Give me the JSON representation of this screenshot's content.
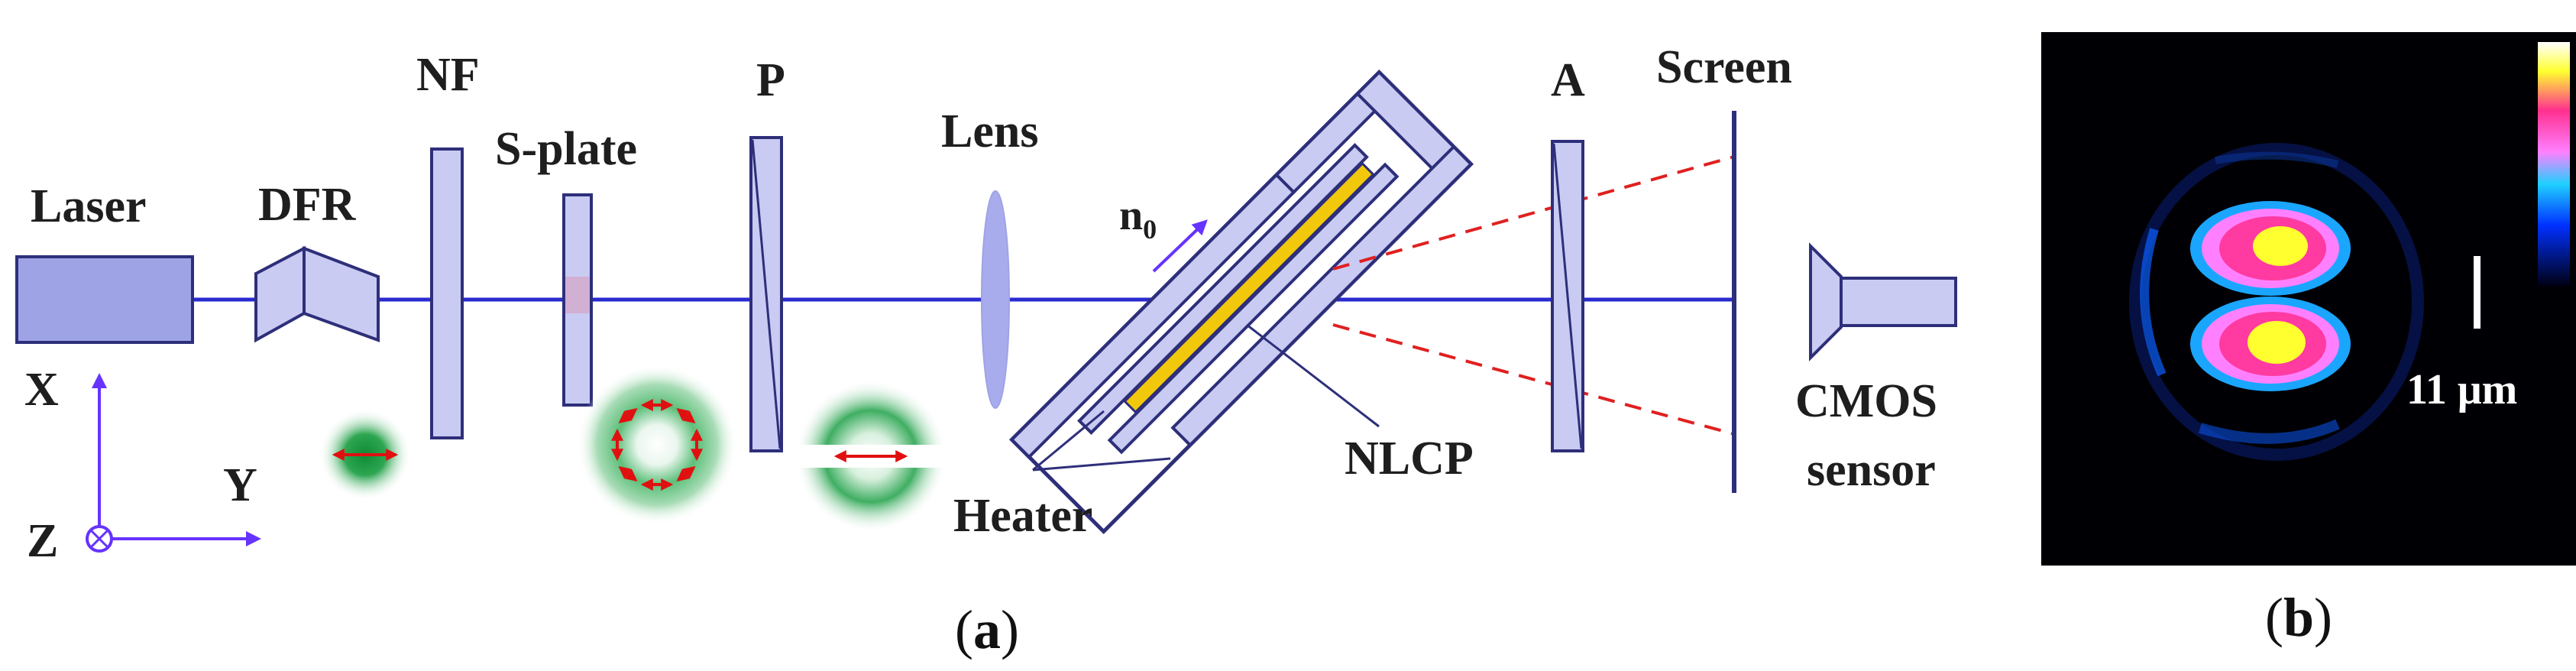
{
  "panel_a": {
    "caption_open": "(",
    "caption_letter": "a",
    "caption_close": ")",
    "labels": {
      "laser": "Laser",
      "dfr": "DFR",
      "nf": "NF",
      "splate": "S-plate",
      "p": "P",
      "lens": "Lens",
      "n0_main": "n",
      "n0_sub": "0",
      "a": "A",
      "screen": "Screen",
      "heater": "Heater",
      "nlcp": "NLCP",
      "cmos_line1": "CMOS",
      "cmos_line2": "sensor",
      "axis_x": "X",
      "axis_y": "Y",
      "axis_z": "Z"
    }
  },
  "panel_b": {
    "caption_open": "(",
    "caption_letter": "b",
    "caption_close": ")",
    "scale_bar": "11 μm"
  },
  "colors": {
    "beam": "#2a2ad0",
    "component_fill": "#c9cbf2",
    "component_stroke": "#2e2f7a",
    "laser_fill": "#9ea3e6",
    "polarization_arrow": "#e01010",
    "diffraction_line": "#e02020",
    "lc_cell": "#f2c80c",
    "axis": "#6633ff"
  }
}
